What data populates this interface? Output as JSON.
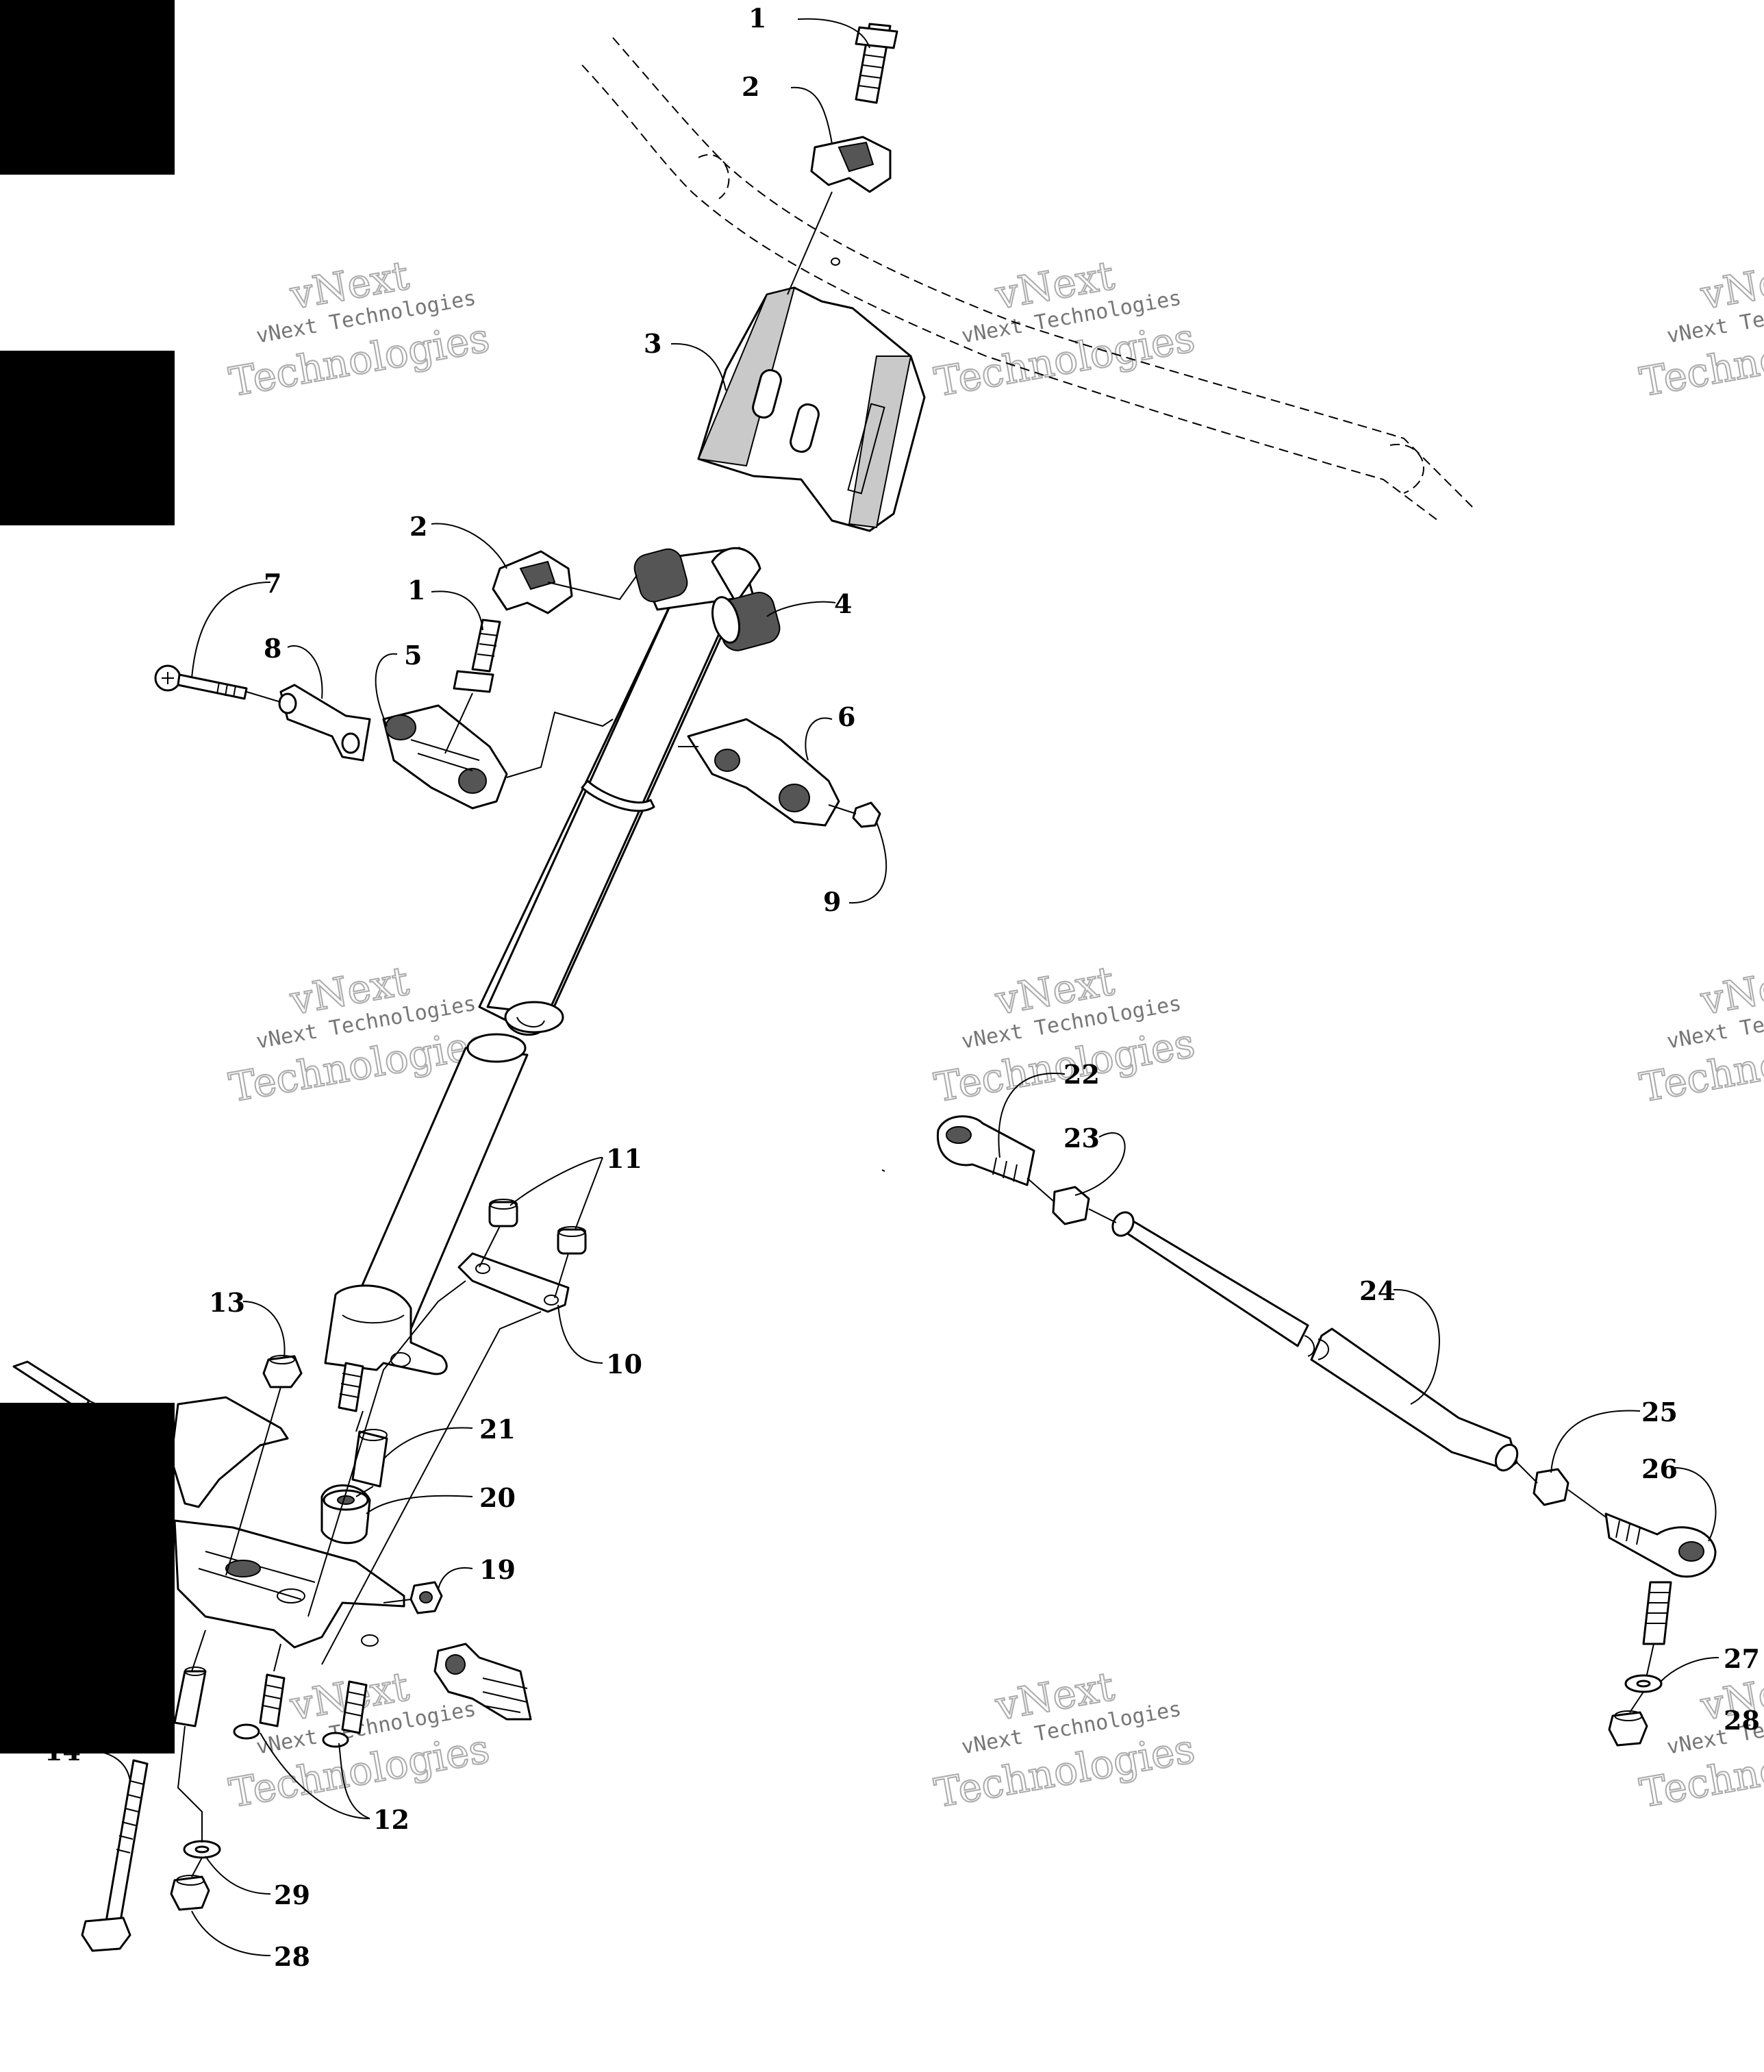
{
  "watermark": {
    "line1": "vNext Technologies",
    "line2": "vNext",
    "line3": "Technologies"
  },
  "callouts": [
    {
      "label": "1"
    },
    {
      "label": "2"
    },
    {
      "label": "3"
    },
    {
      "label": "2"
    },
    {
      "label": "1"
    },
    {
      "label": "4"
    },
    {
      "label": "7"
    },
    {
      "label": "8"
    },
    {
      "label": "5"
    },
    {
      "label": "6"
    },
    {
      "label": "9"
    },
    {
      "label": "11"
    },
    {
      "label": "13"
    },
    {
      "label": "10"
    },
    {
      "label": "21"
    },
    {
      "label": "20"
    },
    {
      "label": "19"
    },
    {
      "label": "14"
    },
    {
      "label": "12"
    },
    {
      "label": "29"
    },
    {
      "label": "28"
    },
    {
      "label": "22"
    },
    {
      "label": "23"
    },
    {
      "label": "24"
    },
    {
      "label": "25"
    },
    {
      "label": "26"
    },
    {
      "label": "27"
    },
    {
      "label": "28"
    }
  ]
}
